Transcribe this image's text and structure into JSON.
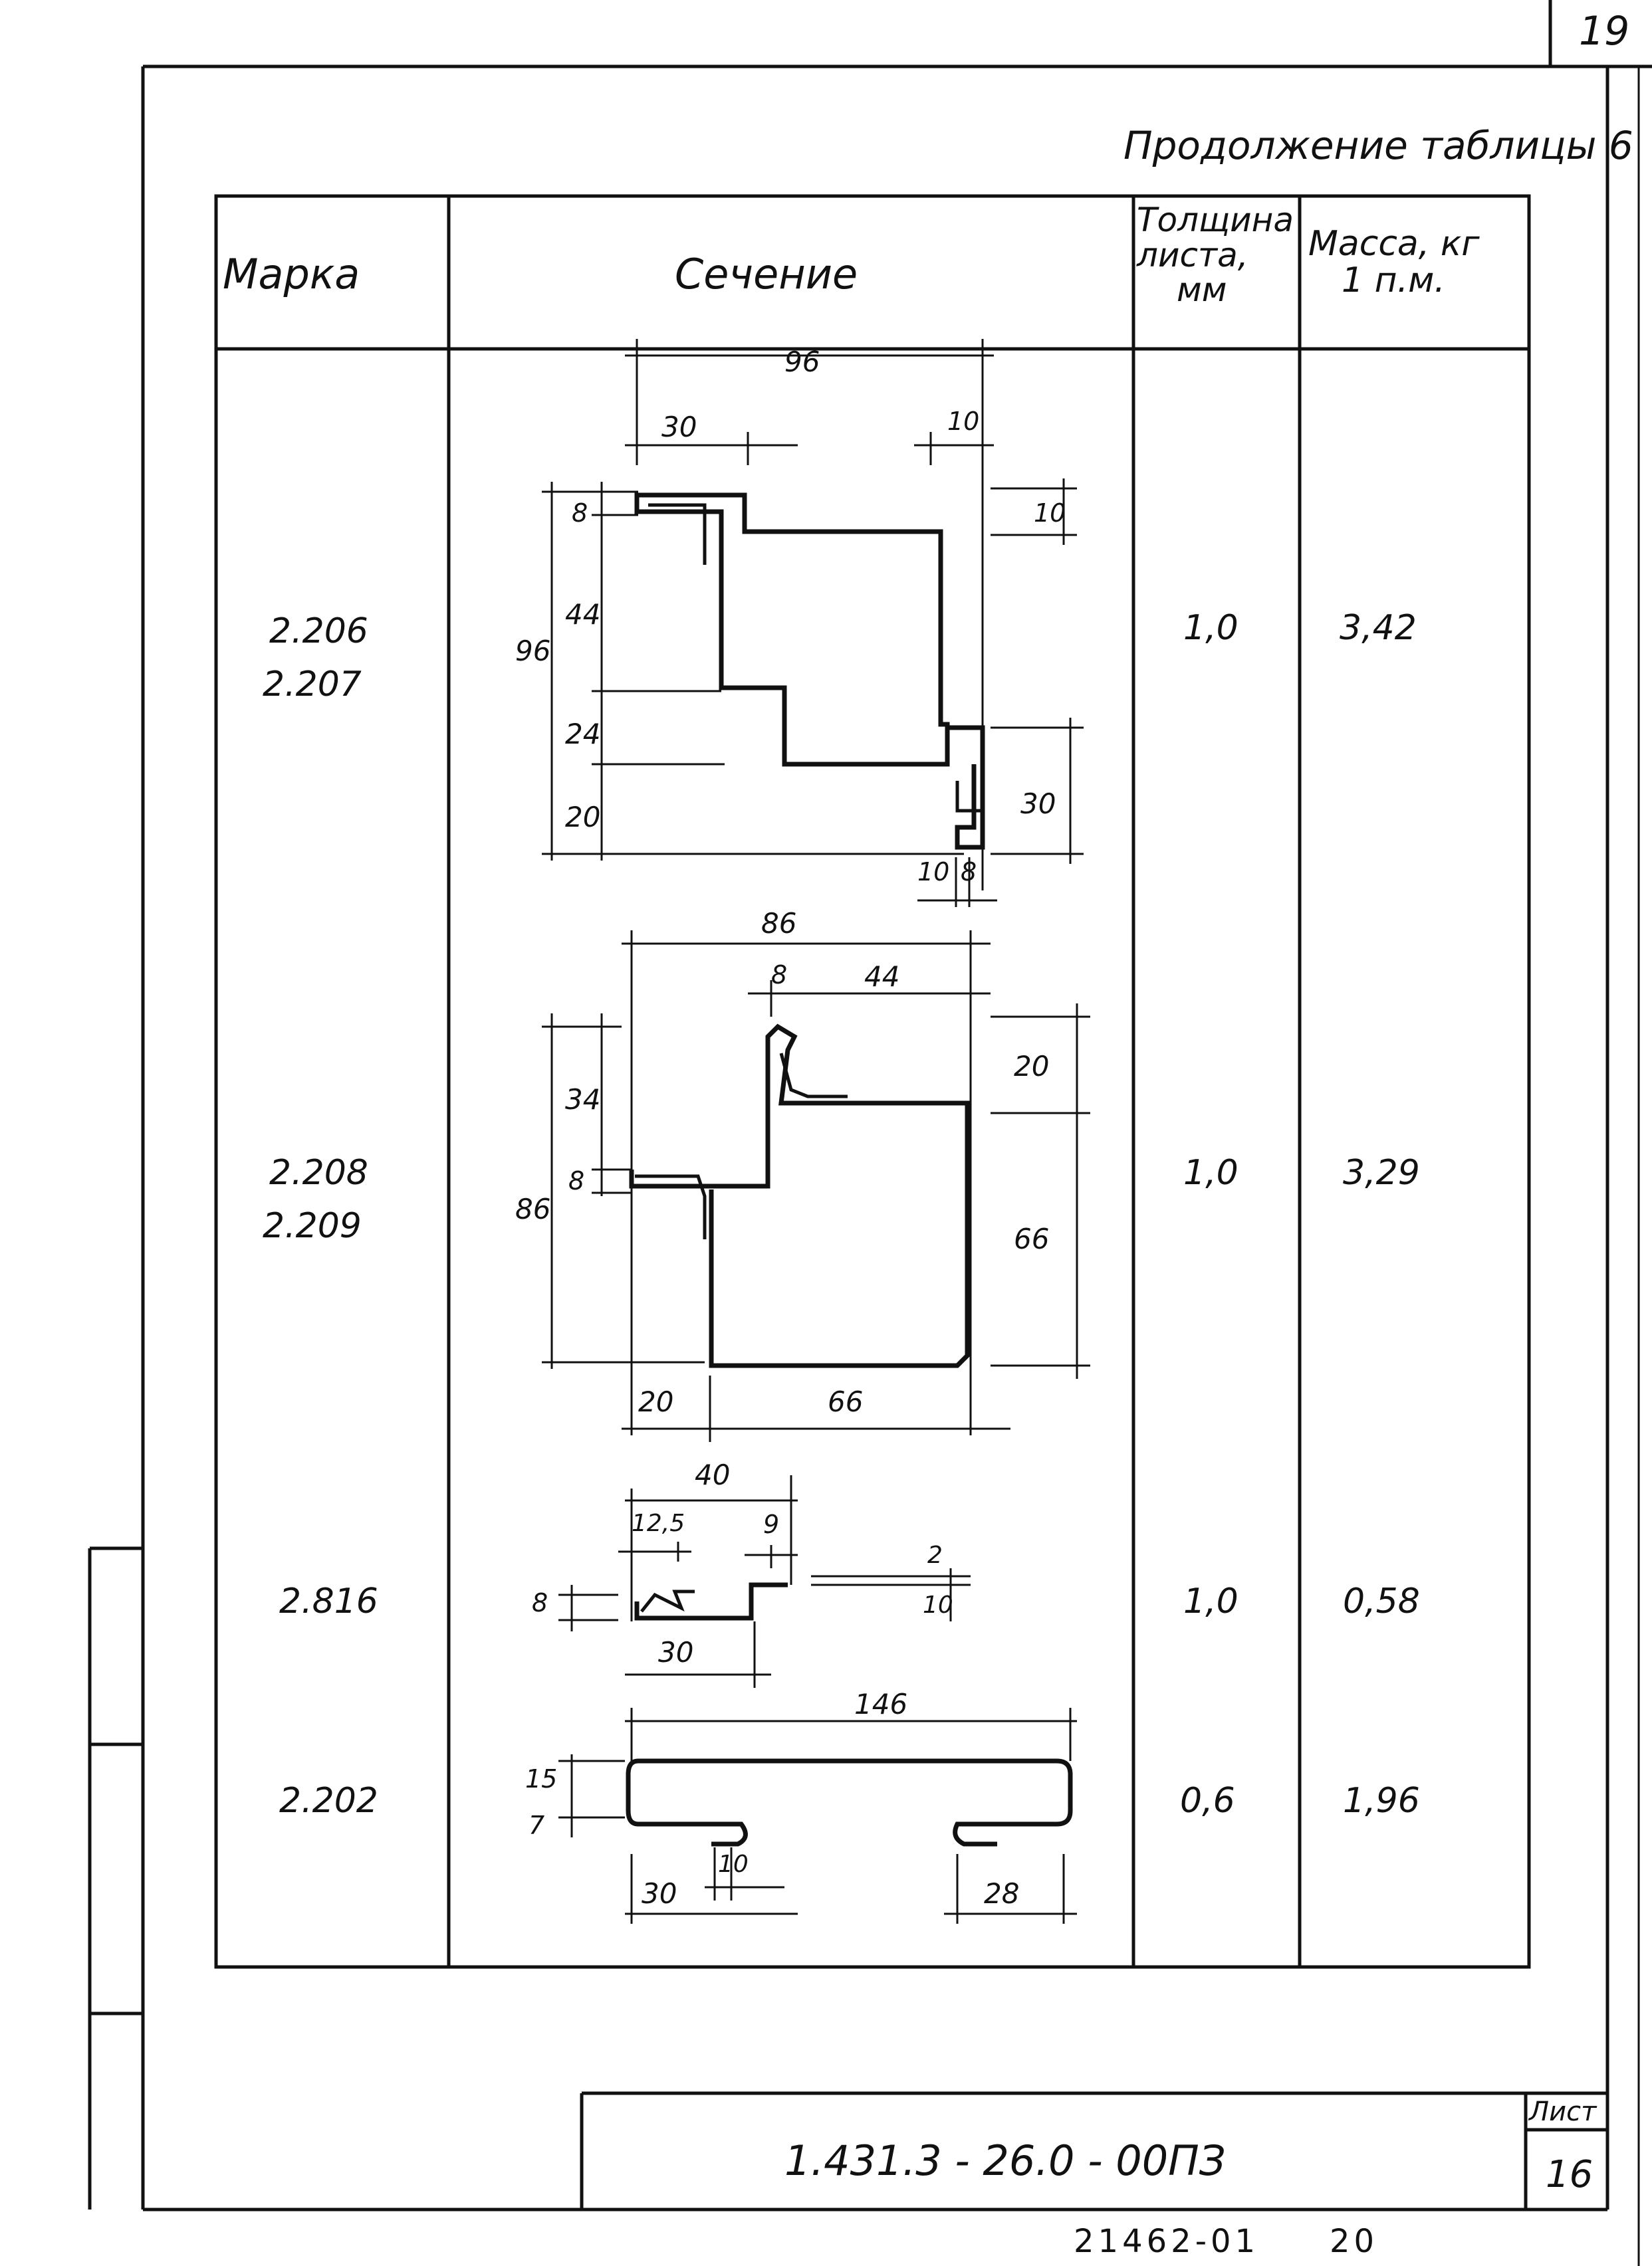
{
  "sheet_corner_number": "19",
  "table_caption": "Продолжение таблицы 6",
  "header": {
    "mark": "Марка",
    "section": "Сечение",
    "thickness": [
      "Толщина",
      "листа,",
      "мм"
    ],
    "mass": [
      "Масса, кг",
      "1 п.м."
    ]
  },
  "rows": [
    {
      "marks": [
        "2.206",
        "2.207"
      ],
      "thickness": "1,0",
      "mass": "3,42",
      "dims": [
        "96",
        "30",
        "10",
        "10",
        "8",
        "44",
        "96",
        "24",
        "20",
        "30",
        "10",
        "8"
      ]
    },
    {
      "marks": [
        "2.208",
        "2.209"
      ],
      "thickness": "1,0",
      "mass": "3,29",
      "dims": [
        "86",
        "8",
        "44",
        "20",
        "34",
        "8",
        "86",
        "66",
        "20",
        "66"
      ]
    },
    {
      "marks": [
        "2.816"
      ],
      "thickness": "1,0",
      "mass": "0,58",
      "dims": [
        "40",
        "12,5",
        "9",
        "8",
        "2",
        "10",
        "30"
      ]
    },
    {
      "marks": [
        "2.202"
      ],
      "thickness": "0,6",
      "mass": "1,96",
      "dims": [
        "146",
        "15",
        "7",
        "10",
        "30",
        "28"
      ]
    }
  ],
  "title_block": {
    "designation": "1.431.3 - 26.0 - 00ПЗ",
    "sheet_label": "Лист",
    "sheet_number": "16"
  },
  "footer_code": "21462-01",
  "footer_number": "20"
}
